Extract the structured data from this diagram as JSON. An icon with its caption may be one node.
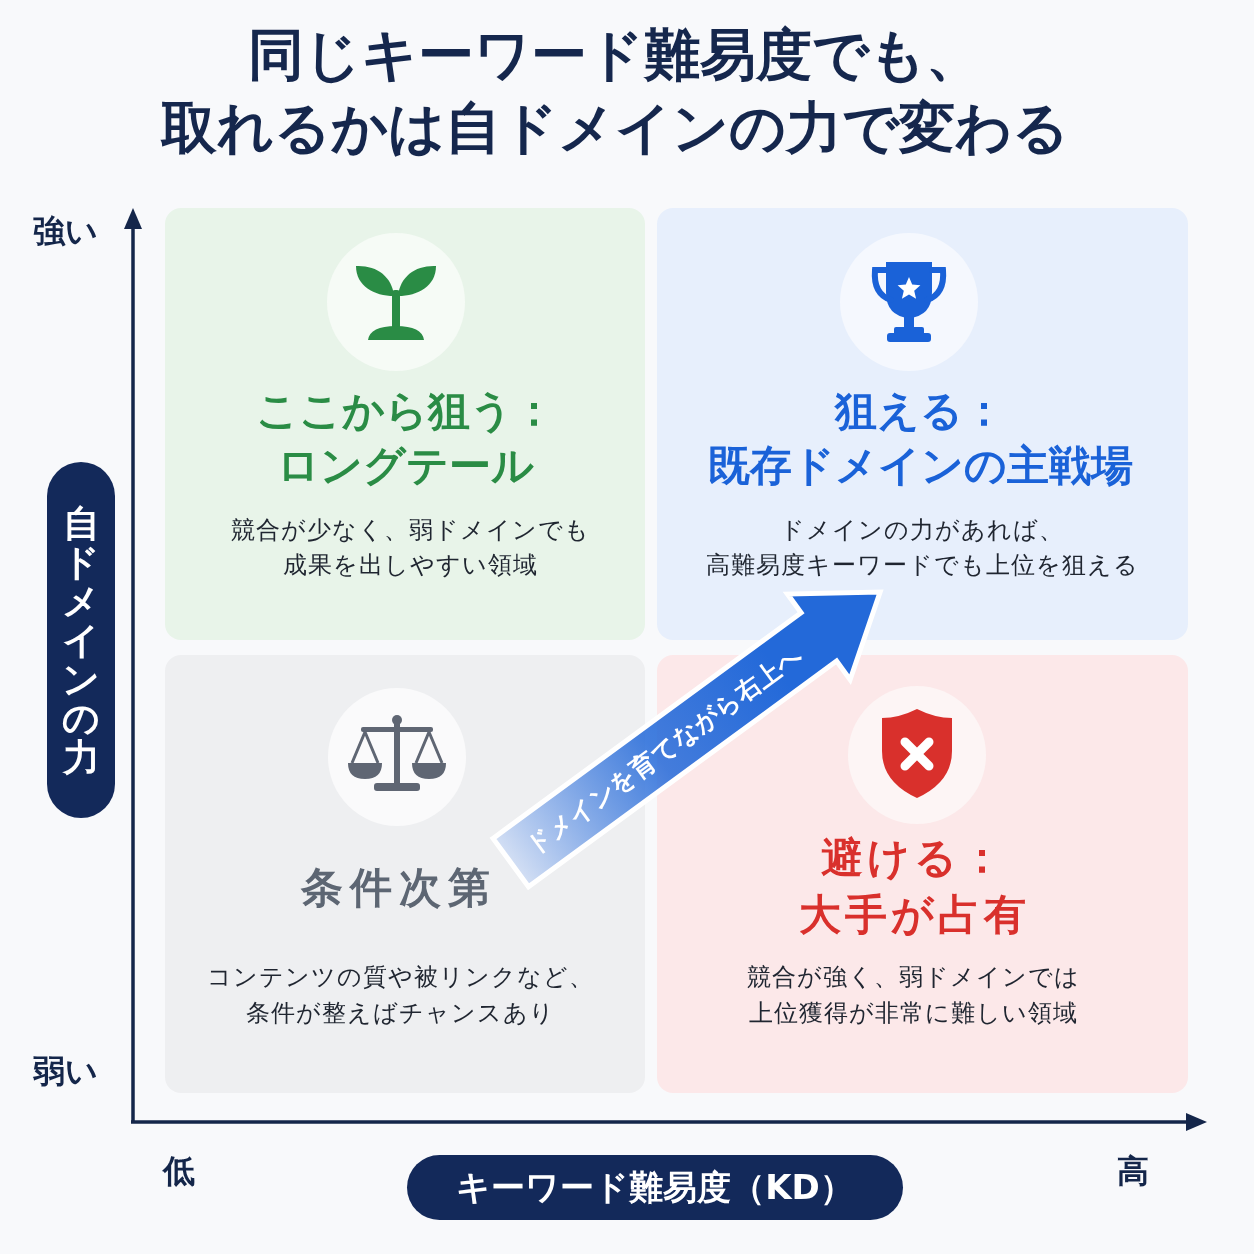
{
  "diagram": {
    "title": "同じキーワード難易度でも、取れるかは自ドメインの力で変わる",
    "nodes": [
      {
        "text": [
          "ここから狙う：ロングテール",
          "競合が少なく、弱ドメインでも成果を出しやすい領域"
        ]
      },
      {
        "text": [
          "狙える：既存ドメインの主戦場",
          "ドメインの力があれば、高難易度キーワードでも上位を狙える"
        ]
      },
      {
        "text": [
          "条件次第",
          "コンテンツの質や被リンクなど、条件が整えばチャンスあり"
        ]
      },
      {
        "text": [
          "避ける：大手が占有",
          "競合が強く、弱ドメインでは上位獲得が非常に難しい領域"
        ]
      },
      {
        "text": [
          "自ドメインの力"
        ]
      },
      {
        "text": [
          "キーワード難易度（KD）"
        ]
      }
    ],
    "edges": [
      {
        "from": 2,
        "to": 1,
        "arrow": "to",
        "label": "ドメインを育てながら右上へ",
        "style": "thick"
      }
    ],
    "labels": [
      "強い",
      "弱い",
      "低",
      "高"
    ]
  }
}
